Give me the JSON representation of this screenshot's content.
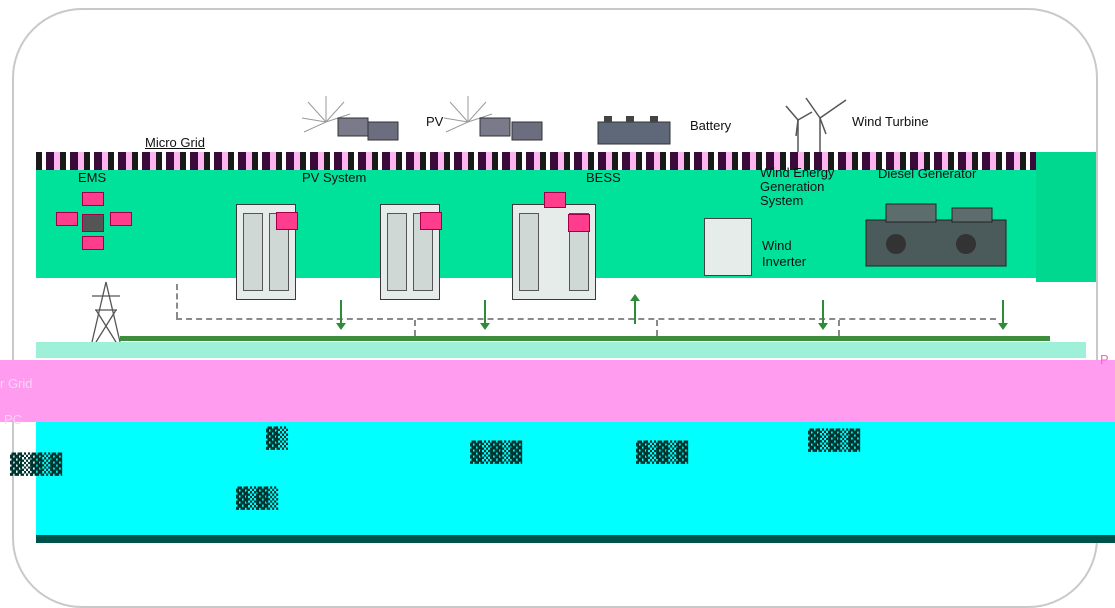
{
  "title": "Micro Grid",
  "top_components": [
    {
      "id": "pv_left",
      "label": ""
    },
    {
      "id": "pv",
      "label": "PV"
    },
    {
      "id": "battery",
      "label": "Battery"
    },
    {
      "id": "wind_turbine",
      "label": "Wind Turbine"
    }
  ],
  "systems": {
    "ems": "EMS",
    "pv_system": "PV System",
    "bess": "BESS",
    "wind_gen_line1": "Wind Energy",
    "wind_gen_line2": "Generation",
    "wind_gen_line3": "System",
    "wind_inverter_line1": "Wind",
    "wind_inverter_line2": "Inverter",
    "diesel": "Diesel Generator"
  },
  "fragments": {
    "grid_left": "r Grid",
    "pc_left": "PC",
    "right_p": "P"
  },
  "colors": {
    "green_band": "#00e29a",
    "pink_band": "#ff9cf0",
    "cyan_band": "#00ffff",
    "bus": "#3d8d3d"
  }
}
